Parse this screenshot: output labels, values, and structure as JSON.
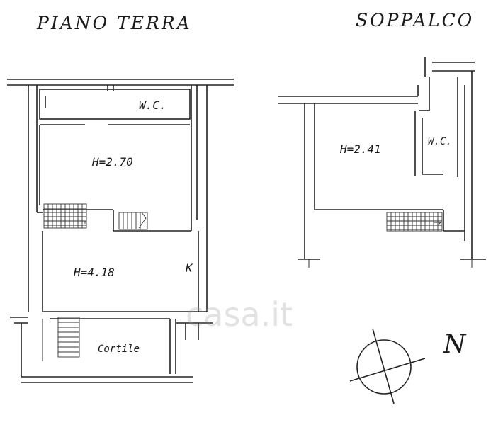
{
  "titles": {
    "ground_floor": "PIANO TERRA",
    "mezzanine": "SOPPALCO"
  },
  "ground_floor": {
    "wc_label": "W.C.",
    "upper_room_height": "H=2.70",
    "lower_room_height": "H=4.18",
    "kitchen_label": "K",
    "courtyard_label": "Cortile"
  },
  "mezzanine": {
    "room_height": "H=2.41",
    "wc_label": "W.C."
  },
  "compass": {
    "north_label": "N"
  },
  "watermark": {
    "text": "casa.it"
  }
}
